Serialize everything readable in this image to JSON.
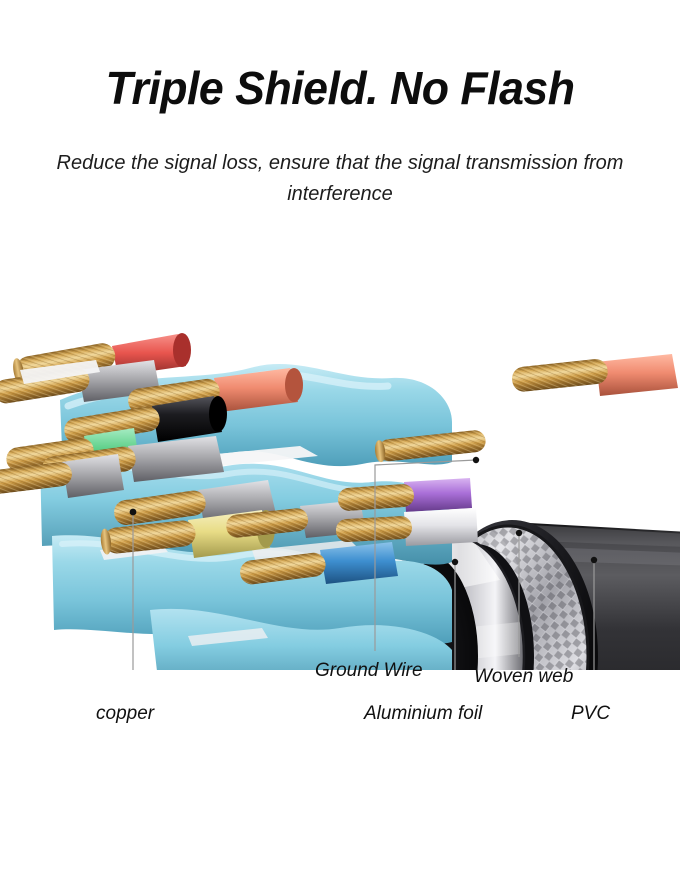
{
  "header": {
    "title": "Triple Shield. No Flash",
    "subtitle": "Reduce the signal loss, ensure that the signal transmission from interference"
  },
  "illustration": {
    "name": "hdmi-cable-cutaway-diagram",
    "description": "Cutaway 3D render of a shielded multi-conductor cable showing stripped copper conductors, colored insulation, cyan twisted-pair jackets, aluminium foil, woven braid shield and black PVC outer jacket"
  },
  "callouts": [
    {
      "id": "copper",
      "label": "copper",
      "dot": [
        133,
        512
      ],
      "line_end": [
        133,
        694
      ]
    },
    {
      "id": "ground",
      "label": "Ground Wire",
      "dot": [
        476,
        460
      ],
      "elbow": [
        375,
        465
      ],
      "line_end": [
        375,
        651
      ]
    },
    {
      "id": "aluminium",
      "label": "Aluminium foil",
      "dot": [
        455,
        562
      ],
      "line_end": [
        455,
        694
      ]
    },
    {
      "id": "woven",
      "label": "Woven web",
      "dot": [
        519,
        533
      ],
      "line_end": [
        519,
        657
      ]
    },
    {
      "id": "pvc",
      "label": "PVC",
      "dot": [
        594,
        560
      ],
      "line_end": [
        594,
        694
      ]
    }
  ],
  "colors": {
    "background": "#ffffff",
    "text": "#111111",
    "leader_line": "#9a9a9a",
    "copper_light": "#e6c07a",
    "copper_mid": "#c9984a",
    "copper_dark": "#8d6526",
    "jacket_cyan_light": "#b6e4f0",
    "jacket_cyan": "#86cfe2",
    "jacket_cyan_dark": "#5fb2ca",
    "insulation_red": "#e8554e",
    "insulation_salmon": "#f08b70",
    "insulation_black": "#16161a",
    "insulation_green": "#5fd08a",
    "insulation_yellow": "#e8dc86",
    "insulation_gray": "#a9a9ad",
    "insulation_white": "#ececee",
    "insulation_purple": "#a96fd8",
    "insulation_blue": "#3e8fd0",
    "foil_silver_light": "#f2f2f4",
    "foil_silver": "#bdbdc2",
    "foil_silver_dark": "#6e6e74",
    "braid_light": "#d9d9dd",
    "braid_mid": "#8e8e95",
    "braid_dark": "#3a3a3e",
    "pvc_black": "#2a2a2c",
    "pvc_highlight": "#565658",
    "pvc_edge": "#141416"
  }
}
